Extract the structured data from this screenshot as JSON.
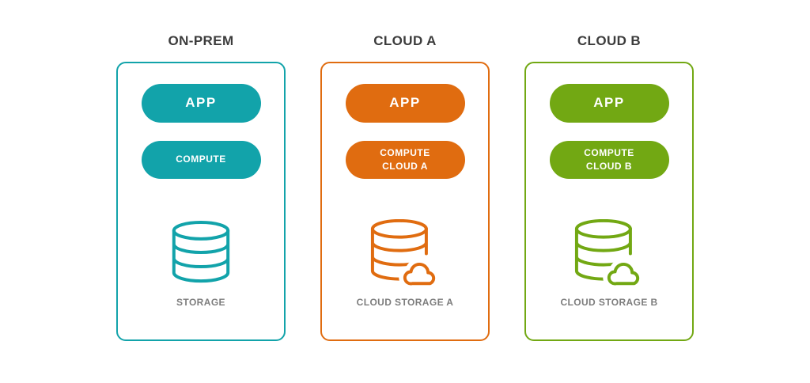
{
  "page": {
    "background": "#ffffff",
    "title_color": "#3c3c3c",
    "label_color": "#7d7d7d"
  },
  "panels": [
    {
      "title": "ON-PREM",
      "color": "#12a3aa",
      "app_label": "APP",
      "compute_label": "COMPUTE",
      "storage_label": "STORAGE",
      "storage_icon": "database-icon"
    },
    {
      "title": "CLOUD A",
      "color": "#e06c10",
      "app_label": "APP",
      "compute_label": "COMPUTE\nCLOUD A",
      "storage_label": "CLOUD STORAGE A",
      "storage_icon": "database-cloud-icon"
    },
    {
      "title": "CLOUD B",
      "color": "#72a813",
      "app_label": "APP",
      "compute_label": "COMPUTE\nCLOUD B",
      "storage_label": "CLOUD STORAGE B",
      "storage_icon": "database-cloud-icon"
    }
  ]
}
